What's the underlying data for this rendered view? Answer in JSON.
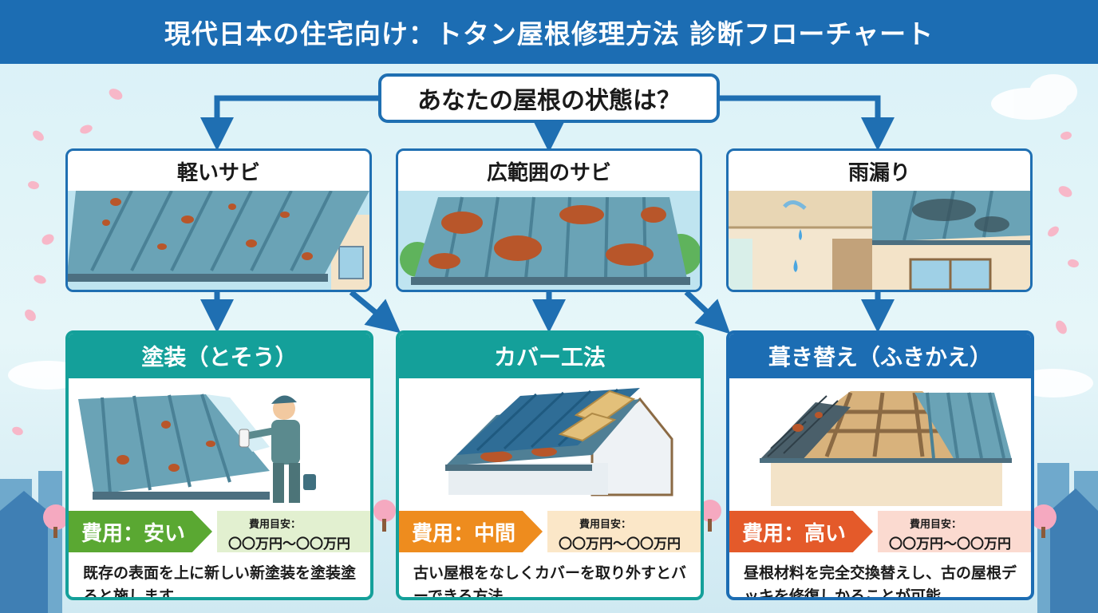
{
  "header": {
    "title": "現代日本の住宅向け：トタン屋根修理方法 診断フローチャート"
  },
  "question": {
    "text": "あなたの屋根の状態は？"
  },
  "states": [
    {
      "title": "軽いサビ"
    },
    {
      "title": "広範囲のサビ"
    },
    {
      "title": "雨漏り"
    }
  ],
  "solutions": [
    {
      "title": "塗装（とそう）",
      "cost_label": "費用：安い",
      "estimate_label": "費用目安：",
      "estimate_value": "〇〇万円〜〇〇万円",
      "description": "既存の表面を上に新しい新塗装を塗装塗ると施します。"
    },
    {
      "title": "カバー工法",
      "cost_label": "費用：中間",
      "estimate_label": "費用目安：",
      "estimate_value": "〇〇万円〜〇〇万円",
      "description": "古い屋根をなしくカバーを取り外すとバーできる方法。"
    },
    {
      "title": "葺き替え（ふきかえ）",
      "cost_label": "費用：高い",
      "estimate_label": "費用目安：",
      "estimate_value": "〇〇万円〜〇〇万円",
      "description": "昼根材料を完全交換替えし、古の屋根デッキを修復しかることが可能。"
    }
  ],
  "colors": {
    "header": "#1c6db3",
    "arrow": "#1f6fb2",
    "solution_1": "#14a09a",
    "solution_2": "#14a09a",
    "solution_3": "#1c6db3",
    "cost_low": "#5aa832",
    "cost_mid": "#ee8c1e",
    "cost_high": "#e45a2a",
    "rust": "#b8562a"
  }
}
